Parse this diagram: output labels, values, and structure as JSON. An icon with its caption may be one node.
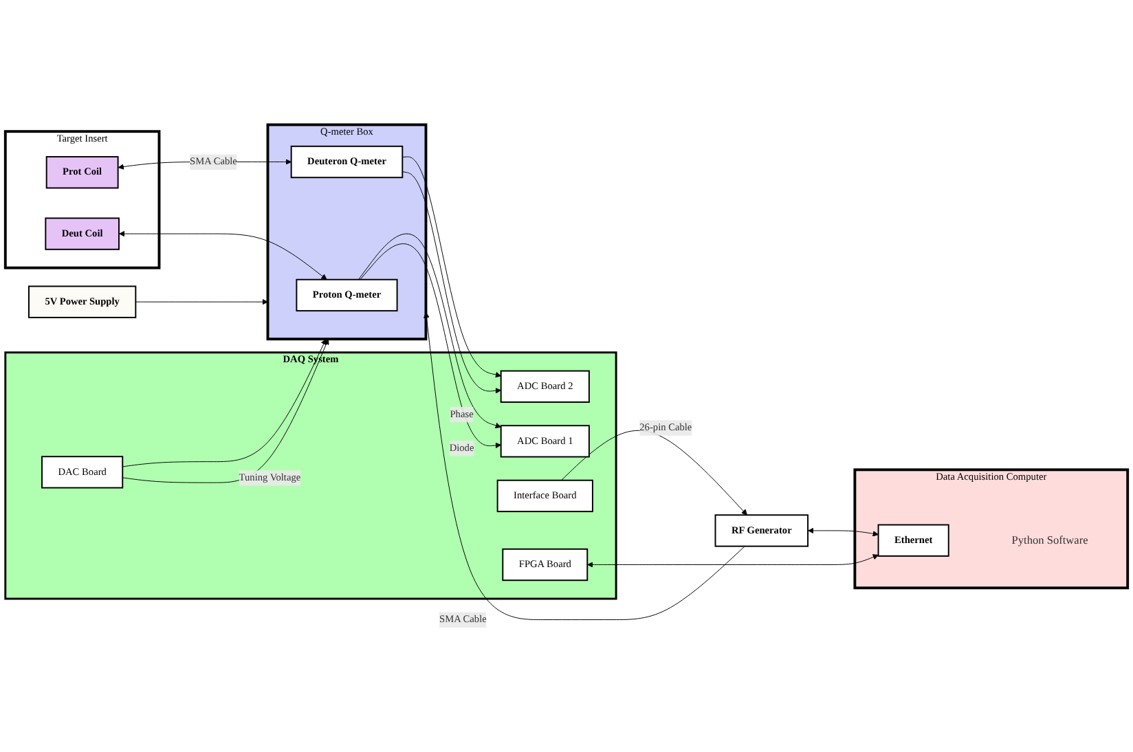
{
  "diagram": {
    "nodes": [
      {
        "text": [
          "Target Insert"
        ]
      },
      {
        "text": [
          "Prot Coil"
        ],
        "in": 0
      },
      {
        "text": [
          "Deut Coil"
        ],
        "in": 0
      },
      {
        "text": [
          "RF Generator"
        ]
      },
      {
        "text": [
          "DAQ System"
        ]
      },
      {
        "text": [
          "Interface Board"
        ],
        "in": 4
      },
      {
        "text": [
          "ADC Board 1"
        ],
        "in": 4
      },
      {
        "text": [
          "ADC Board 2"
        ],
        "in": 4
      },
      {
        "text": [
          "DAC Board"
        ],
        "in": 4
      },
      {
        "text": [
          "FPGA Board"
        ],
        "in": 4
      },
      {
        "text": [
          "Data Acquisition Computer",
          "Python Software"
        ]
      },
      {
        "text": [
          "Ethernet"
        ],
        "in": 10
      },
      {
        "text": [
          "Q-meter Box"
        ]
      },
      {
        "text": [
          "Proton Q-meter"
        ],
        "in": 12
      },
      {
        "text": [
          "Deuteron Q-meter"
        ],
        "in": 12
      },
      {
        "text": [
          "5V Power Supply"
        ]
      }
    ],
    "edges": [
      {
        "from": 1,
        "to": 14,
        "arrow": "both",
        "label": "SMA Cable"
      },
      {
        "from": 2,
        "to": 13,
        "arrow": "both"
      },
      {
        "from": 3,
        "to": 12,
        "arrow": "to",
        "label": "SMA Cable"
      },
      {
        "from": 5,
        "to": 3,
        "arrow": "to",
        "label": "26-pin Cable"
      },
      {
        "from": 3,
        "to": 11,
        "arrow": "both"
      },
      {
        "from": 13,
        "to": 6,
        "arrow": "to",
        "label": "Phase"
      },
      {
        "from": 13,
        "to": 6,
        "arrow": "to",
        "label": "Diode"
      },
      {
        "from": 14,
        "to": 7,
        "arrow": "to"
      },
      {
        "from": 14,
        "to": 7,
        "arrow": "to"
      },
      {
        "from": 8,
        "to": 12,
        "arrow": "to"
      },
      {
        "from": 8,
        "to": 12,
        "arrow": "to",
        "label": "Tuning Voltage"
      },
      {
        "from": 15,
        "to": 12,
        "arrow": "to"
      },
      {
        "from": 9,
        "to": 11,
        "arrow": "both"
      }
    ]
  }
}
